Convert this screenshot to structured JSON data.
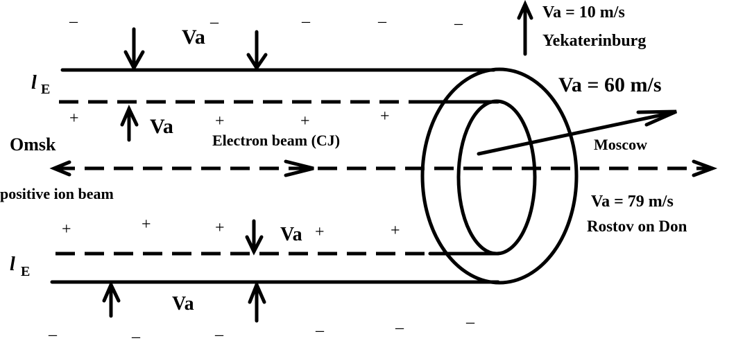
{
  "labels": {
    "va": "Va",
    "sub_e_l": "l",
    "sub_e_e": "E",
    "omsk": "Omsk",
    "electron_beam": "Electron beam (CJ)",
    "positive_ion_beam": "positive ion beam",
    "yekaterinburg_speed": "Va = 10 m/s",
    "yekaterinburg": "Yekaterinburg",
    "moscow_speed": "Va = 60 m/s",
    "moscow": "Moscow",
    "rostov_speed": "Va = 79 m/s",
    "rostov": "Rostov on Don",
    "minus": "–",
    "plus": "+"
  }
}
